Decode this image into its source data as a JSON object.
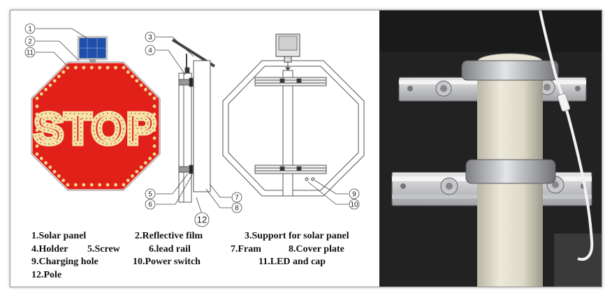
{
  "sign": {
    "text": "STOP"
  },
  "callouts": [
    "1",
    "2",
    "11",
    "3",
    "4",
    "5",
    "6",
    "12",
    "7",
    "8",
    "9",
    "10"
  ],
  "legend": {
    "rows": [
      [
        "1.Solar panel",
        "2.Reflective film",
        "3.Support for solar panel"
      ],
      [
        "4.Holder",
        "5.Screw",
        "6.lead rail",
        "7.Fram",
        "8.Cover plate"
      ],
      [
        "9.Charging hole",
        "10.Power switch",
        "11.LED and cap"
      ],
      [
        "12.Pole"
      ]
    ]
  },
  "colors": {
    "sign_red": "#e1201a",
    "led": "#f6d98a",
    "panel_blue": "#1f4fa8"
  }
}
